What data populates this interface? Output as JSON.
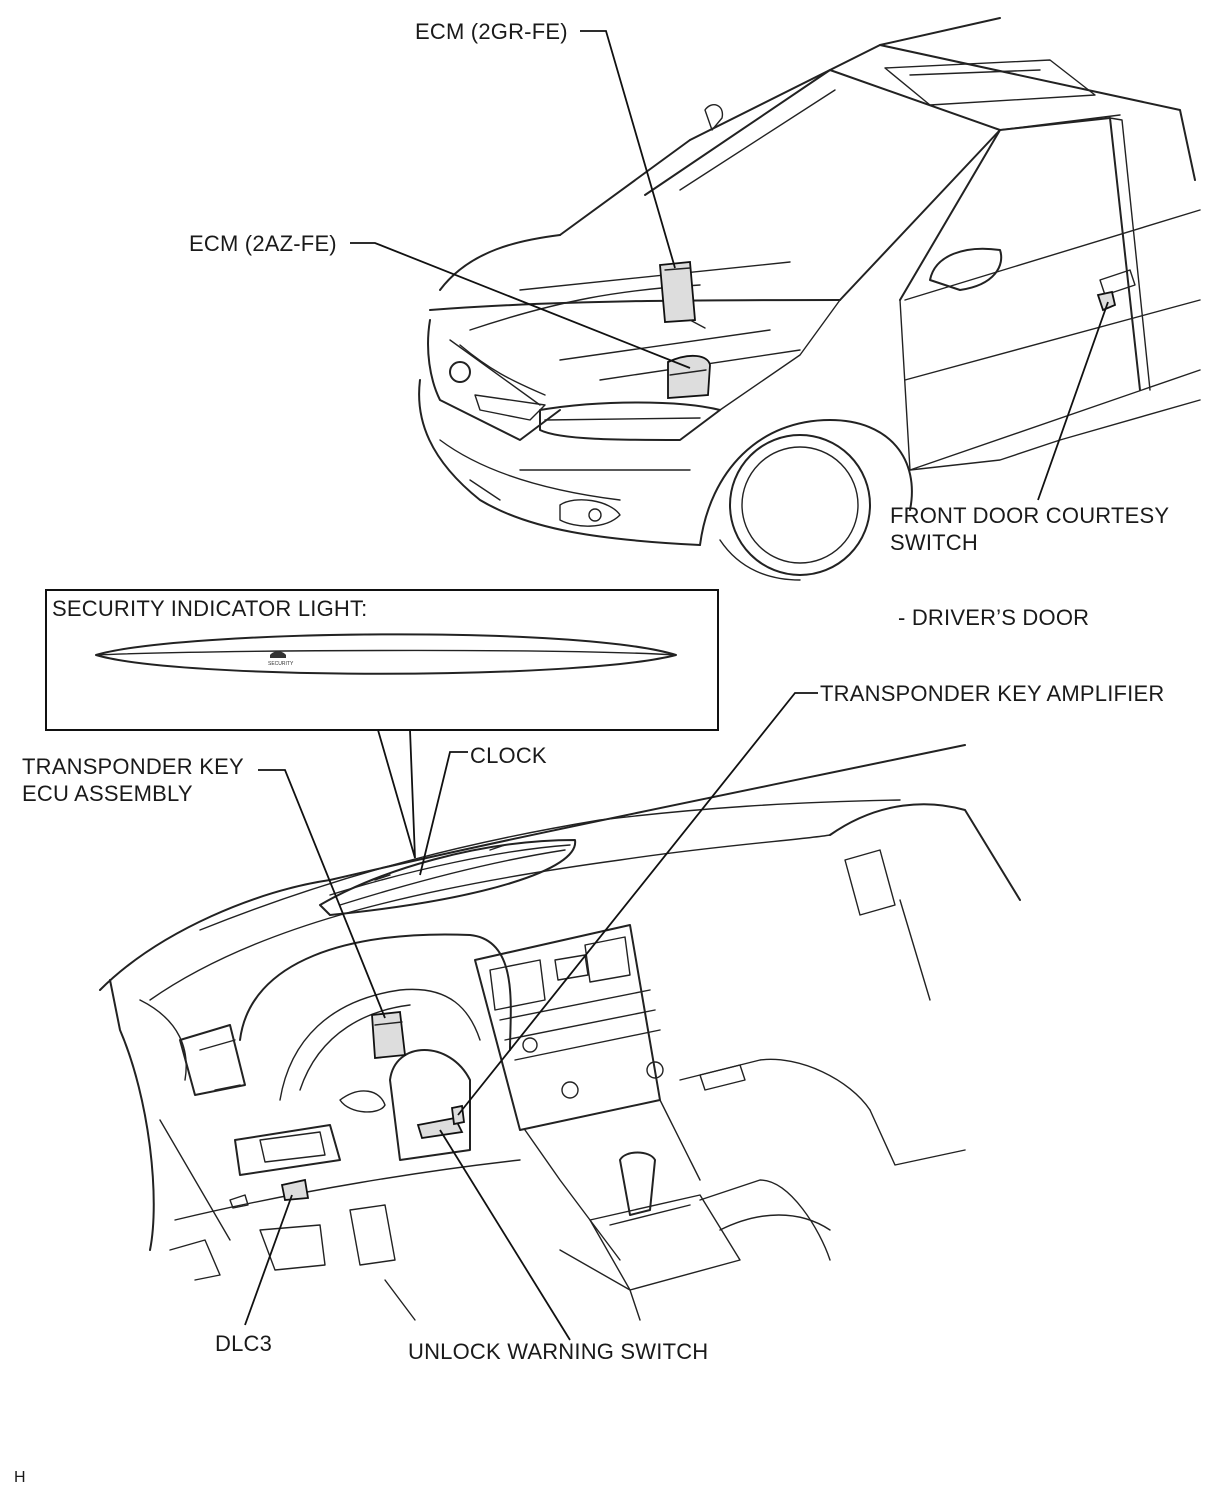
{
  "labels": {
    "ecm_2gr": "ECM (2GR-FE)",
    "ecm_2az": "ECM (2AZ-FE)",
    "front_door_line1": "FRONT DOOR COURTESY",
    "front_door_line2": "SWITCH",
    "drivers_door": "- DRIVER’S DOOR",
    "security_indicator": "SECURITY INDICATOR LIGHT:",
    "security_mark": "SECURITY",
    "transponder_amp": "TRANSPONDER KEY AMPLIFIER",
    "clock": "CLOCK",
    "transponder_ecu_line1": "TRANSPONDER KEY",
    "transponder_ecu_line2": "ECU ASSEMBLY",
    "dlc3": "DLC3",
    "unlock_warning": "UNLOCK WARNING SWITCH",
    "figure_code": "H"
  }
}
